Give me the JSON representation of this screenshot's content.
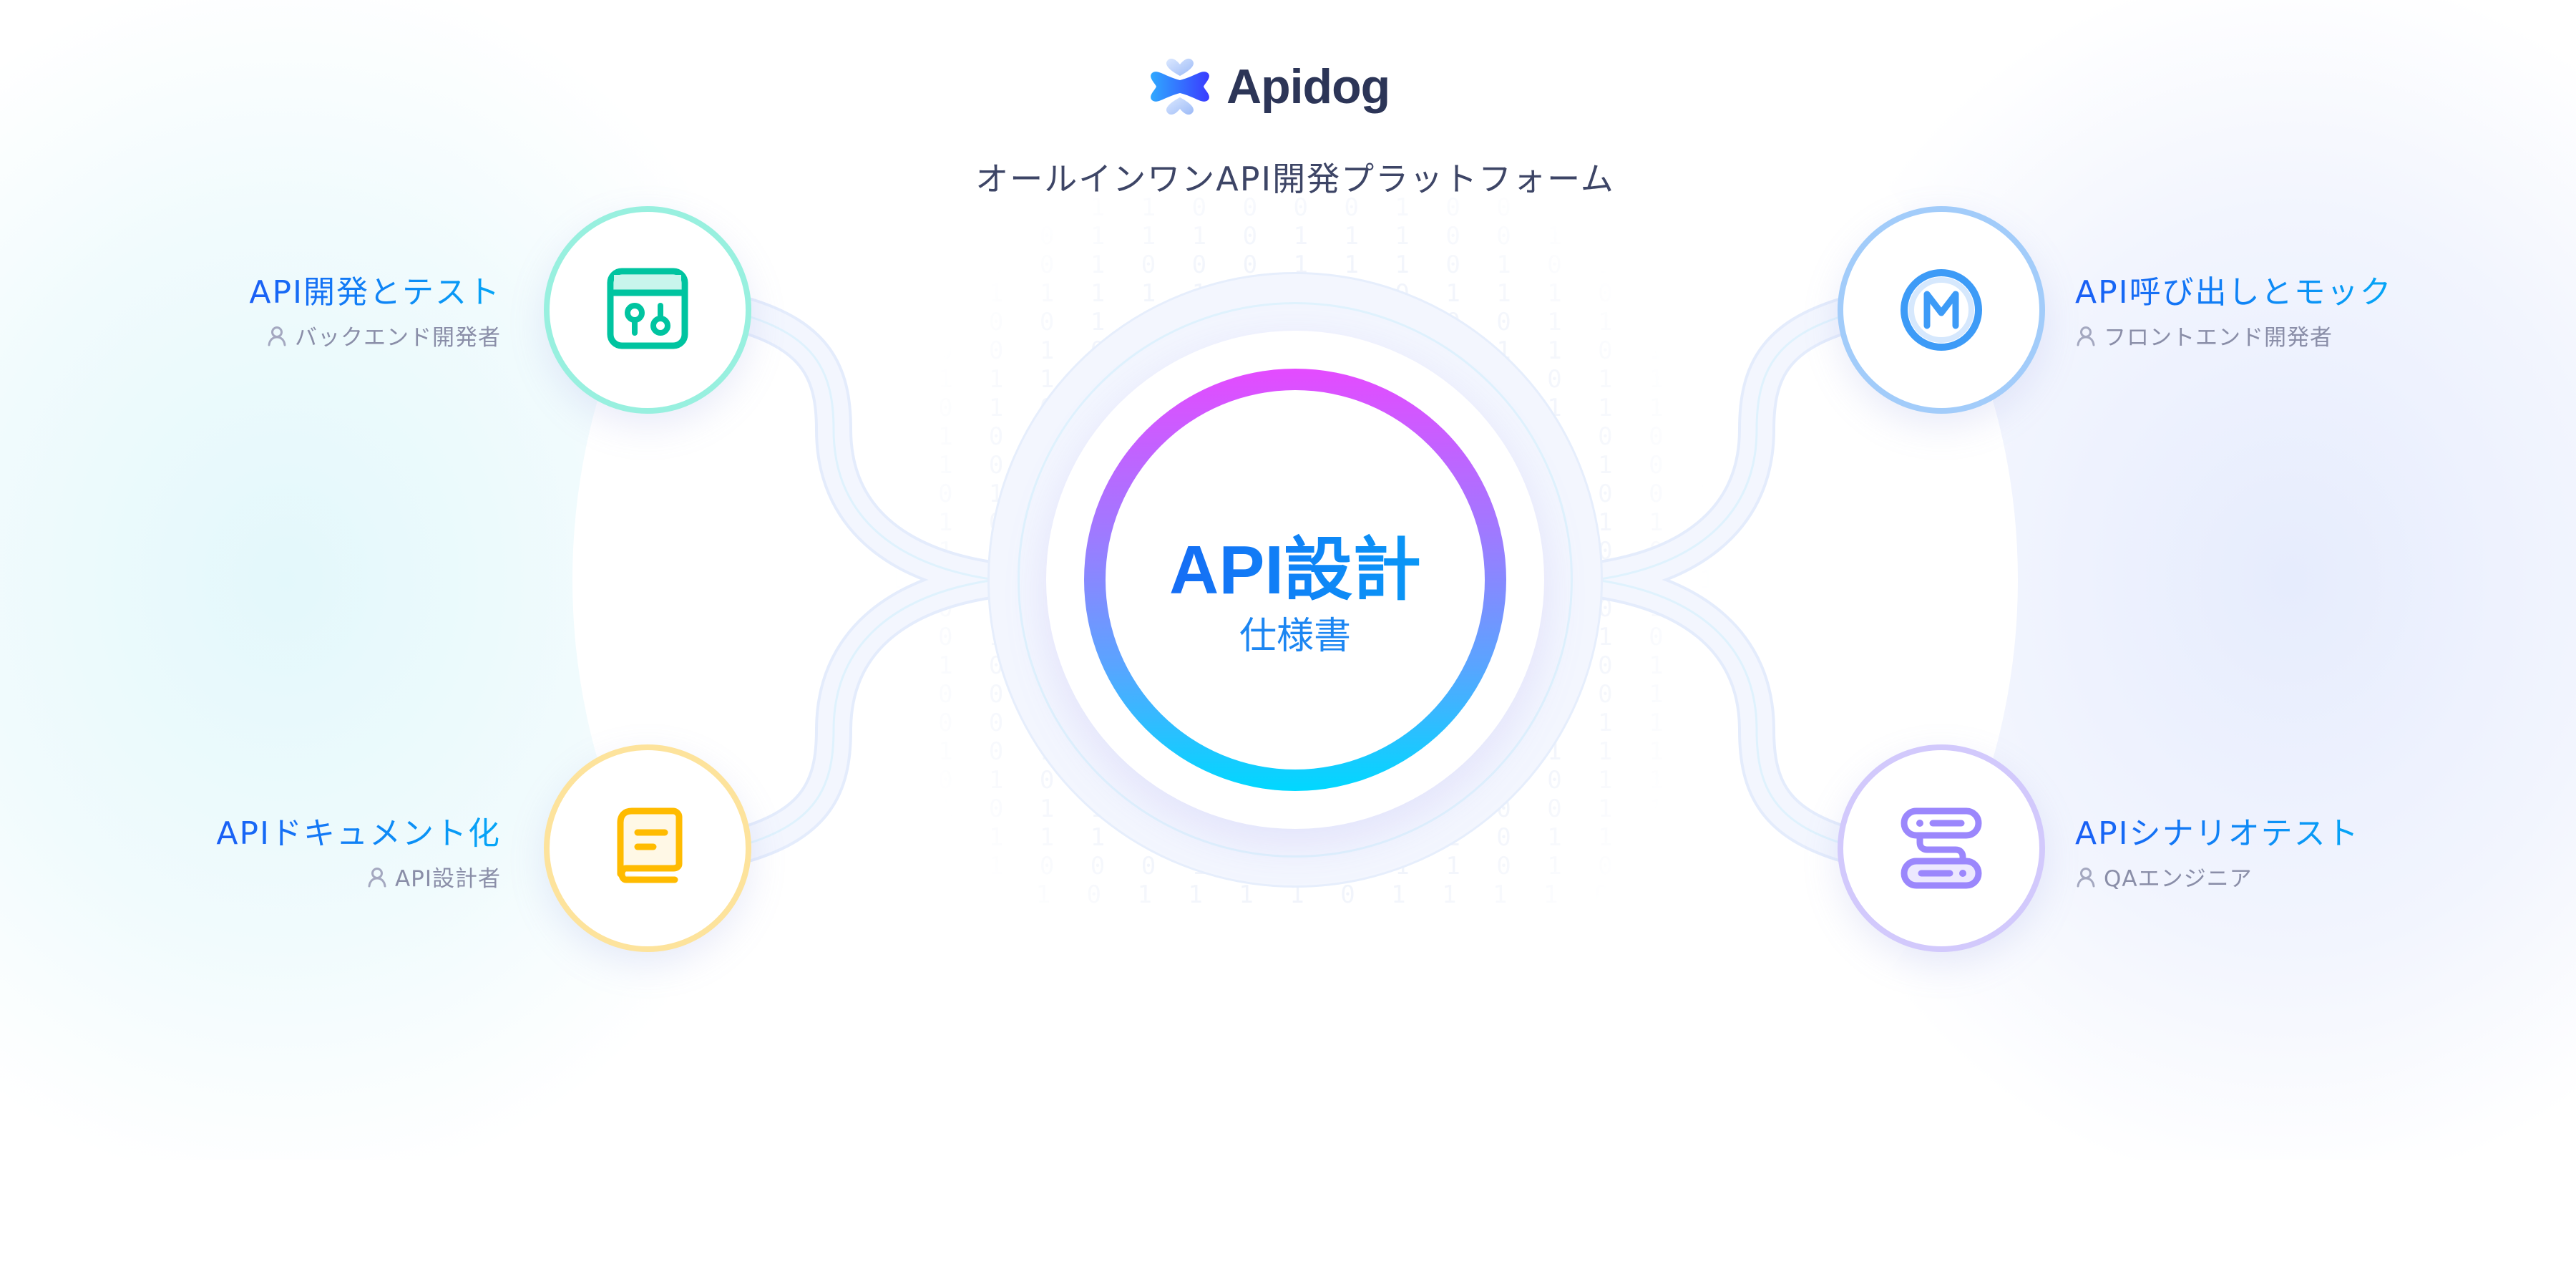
{
  "brand": {
    "name": "Apidog",
    "tagline": "オールインワンAPI開発プラットフォーム"
  },
  "center": {
    "title": "API設計",
    "subtitle": "仕様書"
  },
  "nodes": [
    {
      "id": "dev-test",
      "title": "API開発とテスト",
      "role": "バックエンド開発者",
      "icon": "sliders-window-icon",
      "color": "#00c4a0",
      "border": "#98f0df"
    },
    {
      "id": "docs",
      "title": "APIドキュメント化",
      "role": "API設計者",
      "icon": "book-icon",
      "color": "#ffbb00",
      "border": "#fde39c"
    },
    {
      "id": "mock",
      "title": "API呼び出しとモック",
      "role": "フロントエンド開発者",
      "icon": "mock-m-icon",
      "color": "#3d9bf7",
      "border": "#a2ccfa"
    },
    {
      "id": "scenario",
      "title": "APIシナリオテスト",
      "role": "QAエンジニア",
      "icon": "scenario-flow-icon",
      "color": "#9b87fc",
      "border": "#d2c9fc"
    }
  ],
  "colors": {
    "title_gradient_start": "#1a5ef5",
    "title_gradient_end": "#05a6f6",
    "ring_gradient": [
      "#e44bff",
      "#9d7bff",
      "#5aa4ff",
      "#00d8ff"
    ],
    "text_dark": "#3d4566",
    "text_muted": "#8a8ea8"
  },
  "background_binary": "0 0 1 1 1 1 0 0 0 0 1 0 0 1 0 1 1 1 0 1 0\n0 0 1 0 1 1 1 0 1 1 1 0 0 1 1 1 1 1 0 0 0 1\n0 1 0 0 1 0 0 0 1 1 1 0 1 0 1 0 1 1 0 1 1 1 1 0 0\n1 0 1 1 1 1 1 0 0 0 0 1 1 1 0 0 1 0 1 0 0 1 0 0 1\n1 1 0 0 1 0 1 0 1 1 1 0 0 1 1 1 0 1 0 0 1 0 0 1 0\n1 0 0 1 0 0 1 0 1 0 0 1 1 1 0 1 0 0 1 1 1 1 0 1 1\n0 1 1 1 0 0 1 0 0 0 1 1 1 0 1 1 1 1 0 1 1 1 1 0 0\n1 0 1 0 0 1 1 0 1 0 1 0 0 1 1 1 0 0 0 1 0 1 0 1 1\n0 1 0 0 0 1 1 1 0 0 0 0 1 1 0 0 1 0 1 0 0 1 0 0 1\n1 1 0 0 1 1 0 1 1 1 0 0 1 0 1 0 1 1 0 1 0 0 0 1 1\n0 0 1 1 1 0 0 0 1 1 1 1 0 1 0 0 1 0 1 1 0 1 0 0 0\n1 1 0 1 0 0 1 0 1 1 0 0 0 1 1 1 0 0 1 0 1 1 1 0 0\n0 1 1 1 0 1 0 0 0 1 1 1 0 1 0 0 0 1 1 0 1 0 0 1 0\n1 1 1 0 0 0 1 0 1 0 1 1 1 0 1 0 1 1 1 0 0 0 1 1 1\n0 0 0 1 1 0 0 0 1 0 0 1 1 0 0 1 0 0 0 1 1 0 0 1 0\n1 0 1 1 0 1 0 1 1 1 0 0 1 1 1 0 1 0 0 1 1 1 0 1 0\n0 1 0 1 0 0 0 1 1 1 0 1 0 0 0 1 1 0 1 0 1 0 1 1 1\n1 0 0 1 1 0 1 0 1 0 1 1 0 1 0 1 1 1 1 1 0 0 1 1 0\n0 0 0 0 0 1 0 0 0 1 0 1 1 0 1 1 1 1 1 0 0 0 1 1 0\n0 1 0 1 0 1 0 1 0 0 0 1 0 1 1 1 1 1 0 0 0 1 0 1 0\n0 0 1 0 0 1 1 1 1 1 1 0 0 0 1 1 0 1 0 1 1 1 0\n1 1 0 1 1 1 1 0 0 0 0 1 0 0 1 1 0 1 0 1 1 1 1\n0 1 1 1 1 1 0 1 0 0 0 1 0 1 1 1 1 1 1\n1 0 1 0 0 0 1 0 0 0 1 1 0 1 0 1 0\n1 0 1 0 1 1 1 1 0 1 1 1 1 0 0"
}
